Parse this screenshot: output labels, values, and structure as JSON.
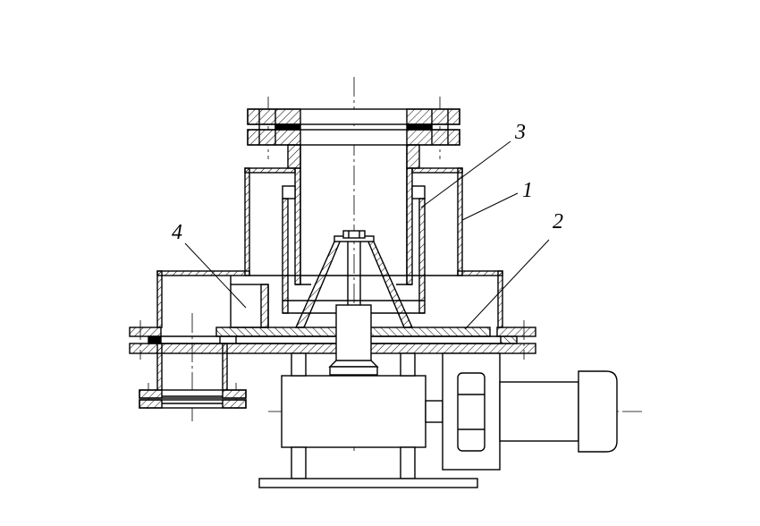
{
  "labels": {
    "one": "1",
    "two": "2",
    "three": "3",
    "four": "4"
  },
  "colors": {
    "ink": "#000000",
    "paper": "#ffffff"
  }
}
